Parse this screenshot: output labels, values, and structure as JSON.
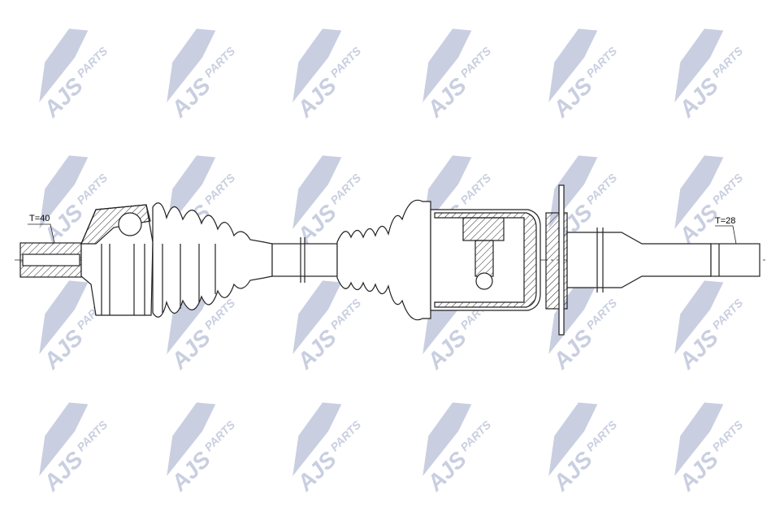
{
  "watermark": {
    "brand": "AJS",
    "suffix": "PARTS",
    "color": "#c9cfe0"
  },
  "drawing": {
    "labels": {
      "left_spline": "T=40",
      "right_spline": "T=28"
    },
    "line_color": "#222222"
  }
}
